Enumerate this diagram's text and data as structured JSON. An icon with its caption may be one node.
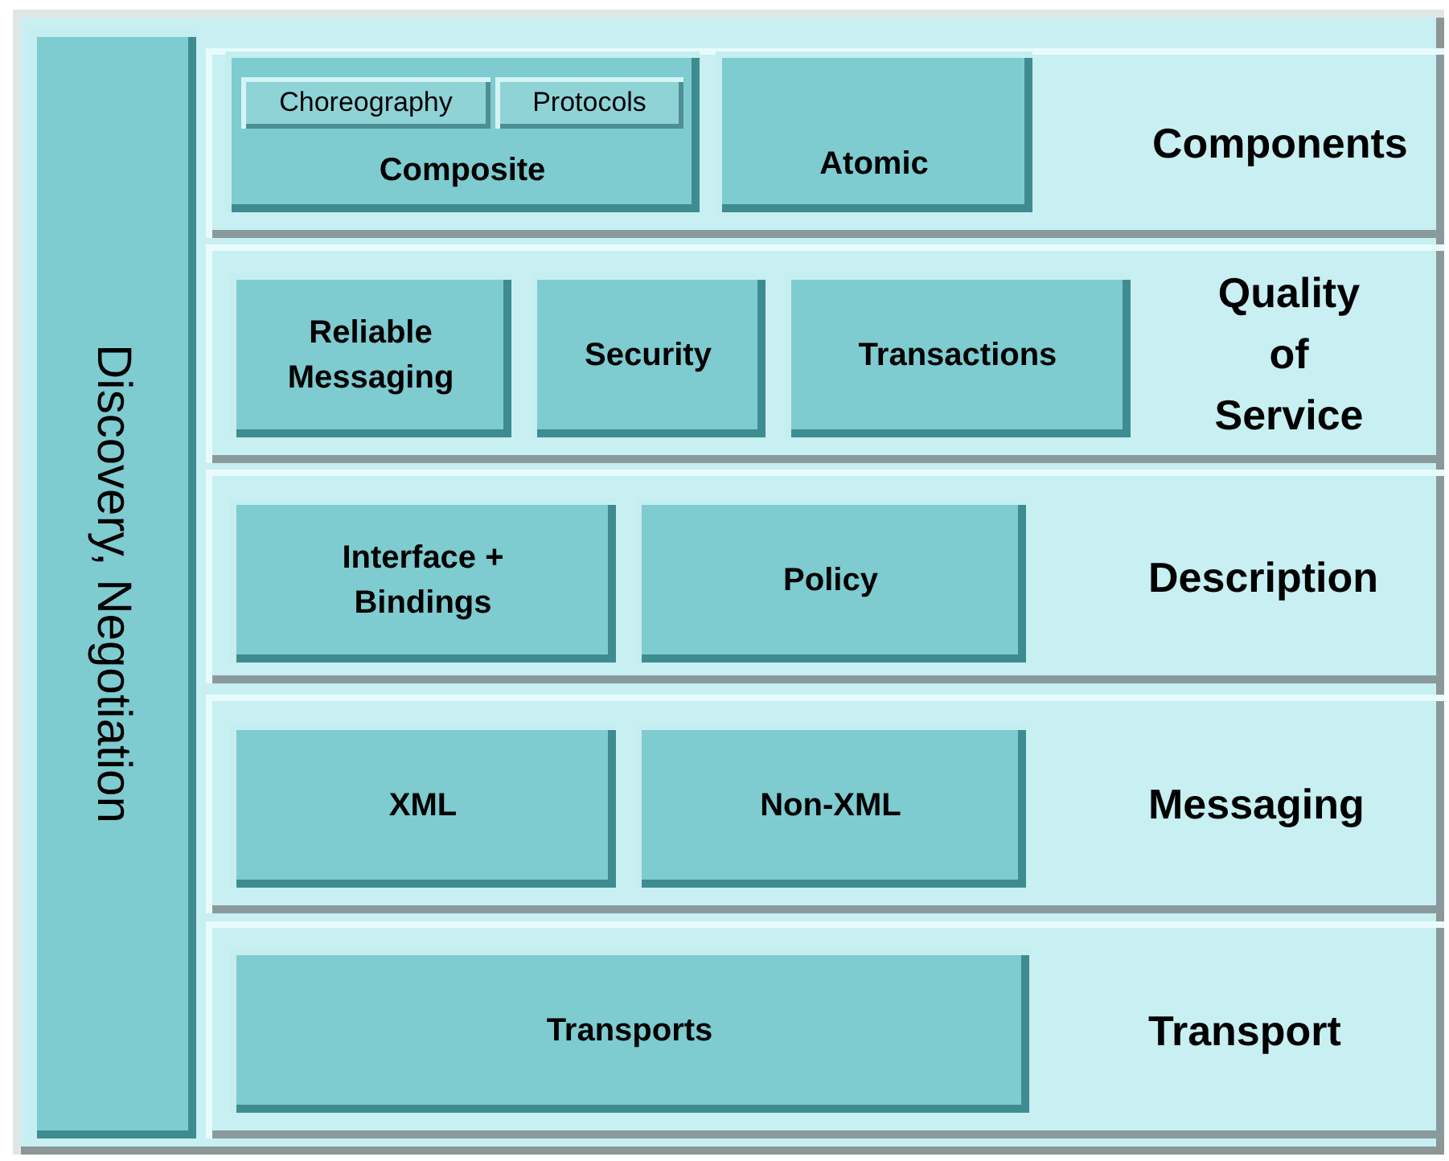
{
  "diagram": {
    "nodes": [
      {
        "text": [
          "Discovery, Negotiation"
        ]
      },
      {
        "text": [
          "Components"
        ]
      },
      {
        "text": [
          "Composite"
        ],
        "in": 1
      },
      {
        "text": [
          "Choreography"
        ],
        "in": 2
      },
      {
        "text": [
          "Protocols"
        ],
        "in": 2
      },
      {
        "text": [
          "Atomic"
        ],
        "in": 1
      },
      {
        "text": [
          "Quality of Service"
        ]
      },
      {
        "text": [
          "Reliable Messaging"
        ],
        "in": 6
      },
      {
        "text": [
          "Security"
        ],
        "in": 6
      },
      {
        "text": [
          "Transactions"
        ],
        "in": 6
      },
      {
        "text": [
          "Description"
        ]
      },
      {
        "text": [
          "Interface + Bindings"
        ],
        "in": 10
      },
      {
        "text": [
          "Policy"
        ],
        "in": 10
      },
      {
        "text": [
          "Messaging"
        ]
      },
      {
        "text": [
          "XML"
        ],
        "in": 13
      },
      {
        "text": [
          "Non-XML"
        ],
        "in": 13
      },
      {
        "text": [
          "Transport"
        ]
      },
      {
        "text": [
          "Transports"
        ],
        "in": 16
      }
    ]
  }
}
